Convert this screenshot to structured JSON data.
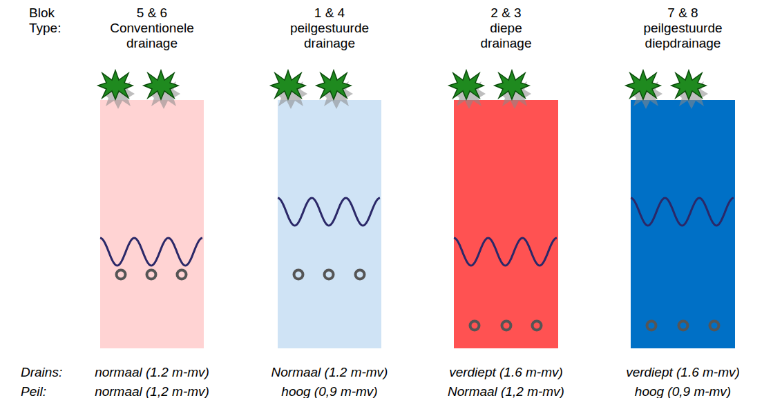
{
  "diagram": {
    "nodes": [
      {
        "text": [
          "5 & 6",
          "Conventionele drainage",
          "normaal (1.2 m-mv)",
          "normaal (1,2 m-mv)"
        ]
      },
      {
        "text": [
          "1 & 4",
          "peilgestuurde drainage",
          "Normaal (1.2 m-mv)",
          "hoog (0,9 m-mv)"
        ]
      },
      {
        "text": [
          "2 & 3",
          "diepe drainage",
          "verdiept (1.6 m-mv)",
          "Normaal (1,2 m-mv)"
        ]
      },
      {
        "text": [
          "7 & 8",
          "peilgestuurde diepdrainage",
          "verdiept (1.6 m-mv)",
          "hoog (0,9 m-mv)"
        ]
      }
    ],
    "labels": [
      "Blok",
      "Type:",
      "Drains:",
      "Peil:"
    ]
  }
}
